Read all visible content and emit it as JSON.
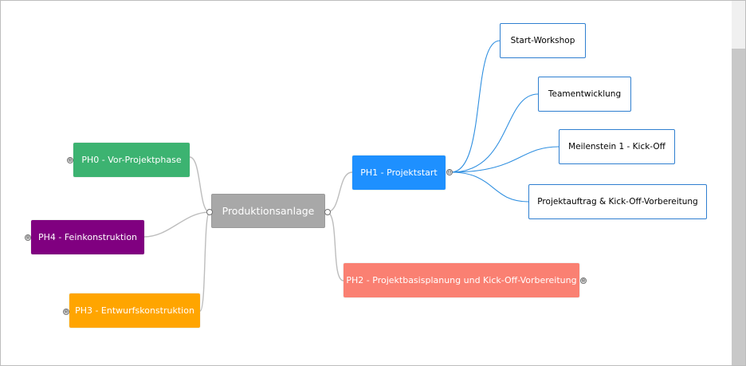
{
  "mindmap": {
    "root": {
      "label": "Produktionsanlage",
      "color": "#a8a8a8"
    },
    "branches": [
      {
        "id": "ph0",
        "label": "PH0 - Vor-Projektphase",
        "color": "#3cb371",
        "toggle": "⊕"
      },
      {
        "id": "ph4",
        "label": "PH4 - Feinkonstruktion",
        "color": "#800080",
        "toggle": "⊕"
      },
      {
        "id": "ph3",
        "label": "PH3 - Entwurfskonstruktion",
        "color": "#ffa500",
        "toggle": "⊕"
      },
      {
        "id": "ph1",
        "label": "PH1 - Projektstart",
        "color": "#1e90ff",
        "toggle": "⊖"
      },
      {
        "id": "ph2",
        "label": "PH2 - Projektbasisplanung und Kick-Off-Vorbereitung",
        "color": "#fa8072",
        "toggle": "⊕"
      }
    ],
    "ph1_children": [
      {
        "label": "Start-Workshop"
      },
      {
        "label": "Teamentwicklung"
      },
      {
        "label": "Meilenstein 1 - Kick-Off"
      },
      {
        "label": "Projektauftrag & Kick-Off-Vorbereitung"
      }
    ],
    "link_color_main": "#bdbdbd",
    "link_color_sub": "#2f8fe0"
  }
}
